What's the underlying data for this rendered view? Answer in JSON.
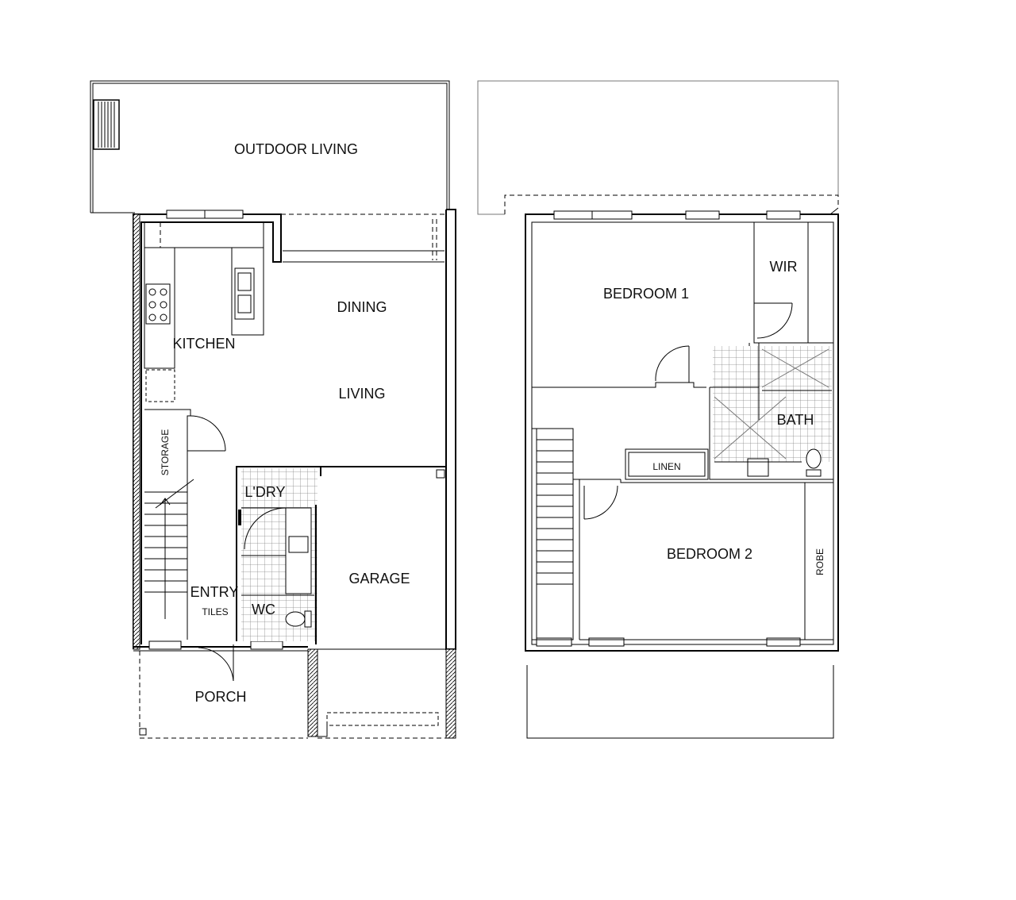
{
  "ground_floor": {
    "outdoor_living": "OUTDOOR LIVING",
    "dining": "DINING",
    "kitchen": "KITCHEN",
    "living": "LIVING",
    "storage": "STORAGE",
    "laundry": "L'DRY",
    "garage": "GARAGE",
    "entry": "ENTRY",
    "tiles": "TILES",
    "wc": "WC",
    "porch": "PORCH"
  },
  "first_floor": {
    "bedroom1": "BEDROOM 1",
    "wir": "WIR",
    "bath": "BATH",
    "linen": "LINEN",
    "bedroom2": "BEDROOM 2",
    "robe": "ROBE"
  }
}
